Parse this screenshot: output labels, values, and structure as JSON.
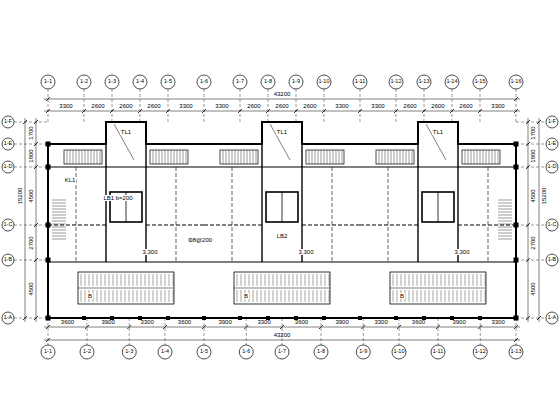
{
  "diagram": {
    "labels": [
      "1-1",
      "1-2",
      "1-3",
      "1-4",
      "1-5",
      "1-6",
      "1-7",
      "1-8",
      "1-9",
      "1-10",
      "1-11",
      "1-12",
      "1-13",
      "1-14",
      "1-15",
      "1-16",
      "3300",
      "2600",
      "2600",
      "2600",
      "3300",
      "3300",
      "2600",
      "2600",
      "2600",
      "3300",
      "3300",
      "2600",
      "2600",
      "2600",
      "3300",
      "43200",
      "3600",
      "3900",
      "3300",
      "3600",
      "3900",
      "3300",
      "3600",
      "3900",
      "3300",
      "3600",
      "3900",
      "3300",
      "43200",
      "1-1",
      "1-2",
      "1-3",
      "1-4",
      "1-5",
      "1-6",
      "1-7",
      "1-8",
      "1-9",
      "1-10",
      "1-11",
      "1-12",
      "1-13",
      "1-F",
      "1-E",
      "1-D",
      "1-C",
      "1-B",
      "1-A",
      "1700",
      "1800",
      "4500",
      "2700",
      "4500",
      "15200",
      "1-F",
      "1-E",
      "1-D",
      "1-C",
      "1-B",
      "1-A",
      "1700",
      "1800",
      "4500",
      "2700",
      "4500",
      "15200",
      "LB1 b=200",
      "3.300",
      "3.300",
      "3.300",
      "LB2",
      "TL1",
      "TL1",
      "TL1",
      "KL1",
      "Φ8@200",
      "B",
      "B",
      "B"
    ]
  }
}
